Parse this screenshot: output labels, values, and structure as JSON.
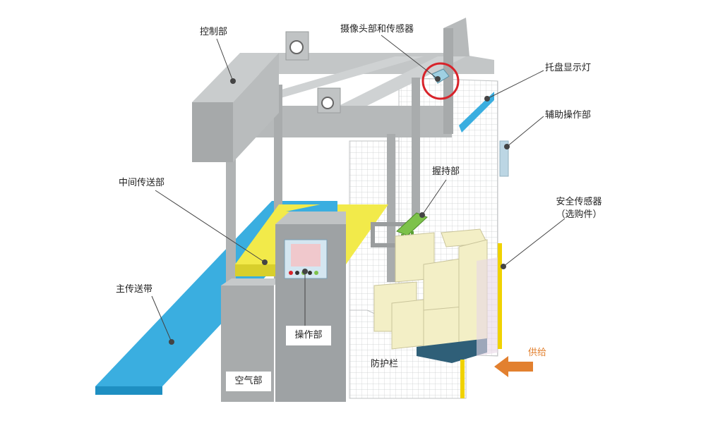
{
  "labels": {
    "control": "控制部",
    "camera": "摄像头部和传感器",
    "pallet_light": "托盘显示灯",
    "aux_op": "辅助操作部",
    "middle_conveyor": "中间传送部",
    "gripper": "握持部",
    "safety_sensor_1": "安全传感器",
    "safety_sensor_2": "（选购件）",
    "main_belt": "主传送带",
    "operation": "操作部",
    "air": "空气部",
    "guard": "防护栏",
    "supply": "供给"
  },
  "colors": {
    "frame": "#b9bcbd",
    "frame_dark": "#9ea2a4",
    "conveyor_blue": "#3aaee0",
    "yellow": "#f2ea4a",
    "box": "#f3efc6",
    "gripper_green": "#7dc24a",
    "pallet": "#2f5f78",
    "highlight_circle": "#d8232a",
    "arrow_orange": "#e2802f",
    "safety_yellow": "#f0d200"
  }
}
